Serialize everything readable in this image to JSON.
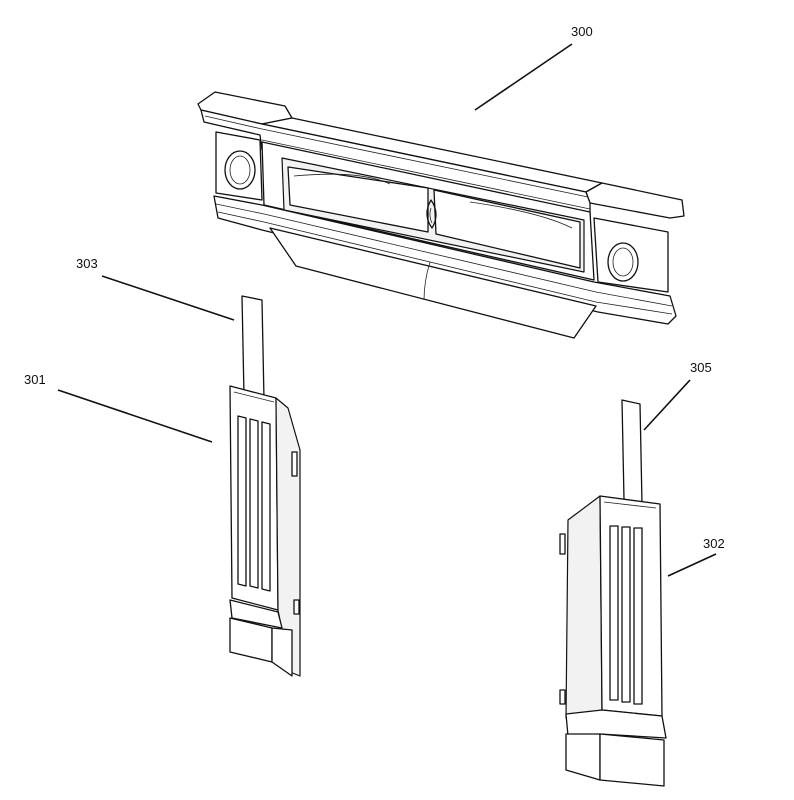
{
  "figure": {
    "labels": {
      "mantel": "300",
      "left_column": "301",
      "right_column": "302",
      "left_strip": "303",
      "right_strip": "305"
    },
    "colors": {
      "line": "#111111",
      "background": "#ffffff"
    }
  }
}
